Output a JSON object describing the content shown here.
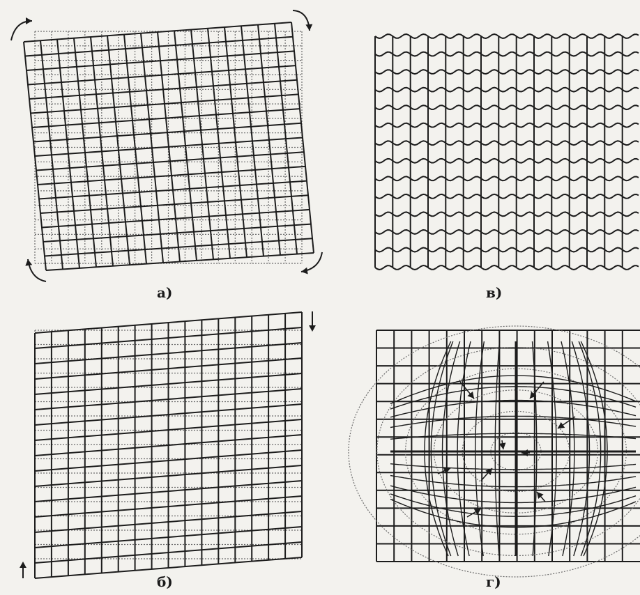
{
  "panels": [
    {
      "id": "a",
      "label": "а)",
      "distortion": "rotation"
    },
    {
      "id": "b",
      "label": "б)",
      "distortion": "shear"
    },
    {
      "id": "v",
      "label": "в)",
      "distortion": "wave"
    },
    {
      "id": "g",
      "label": "г)",
      "distortion": "pincushion"
    }
  ],
  "colors": {
    "grid": "#1c1c1c",
    "reference": "#6d6d6d",
    "background": "#f3f2ee"
  }
}
